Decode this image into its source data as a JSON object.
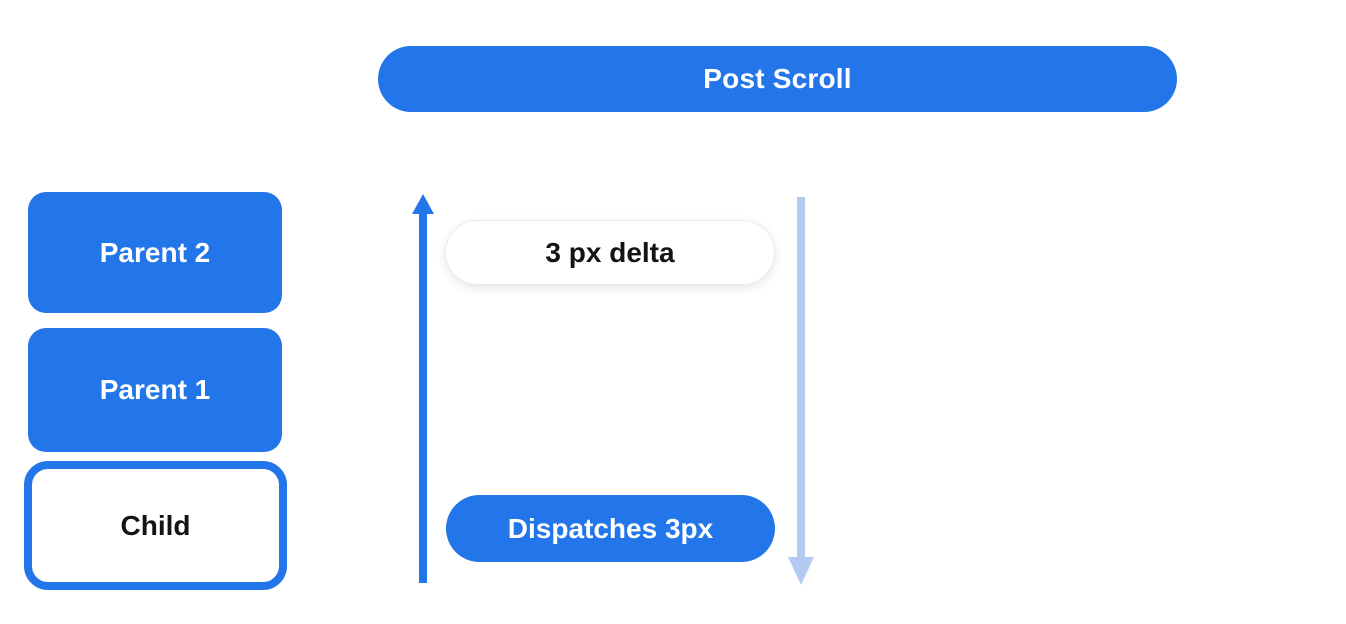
{
  "colors": {
    "primary_blue": "#2376e9",
    "light_blue": "#b3cbf2",
    "background": "#ffffff",
    "text_dark": "#141414",
    "pill_border": "#ececec"
  },
  "title_pill": {
    "label": "Post Scroll"
  },
  "boxes": [
    {
      "label": "Parent 2",
      "variant": "filled"
    },
    {
      "label": "Parent 1",
      "variant": "filled"
    },
    {
      "label": "Child",
      "variant": "outlined"
    }
  ],
  "labels": {
    "delta": "3 px delta",
    "dispatch": "Dispatches 3px"
  },
  "arrows": [
    {
      "name": "scroll-up-arrow",
      "direction": "up",
      "color": "#2376e9"
    },
    {
      "name": "scroll-down-arrow",
      "direction": "down",
      "color": "#b3cbf2"
    }
  ]
}
